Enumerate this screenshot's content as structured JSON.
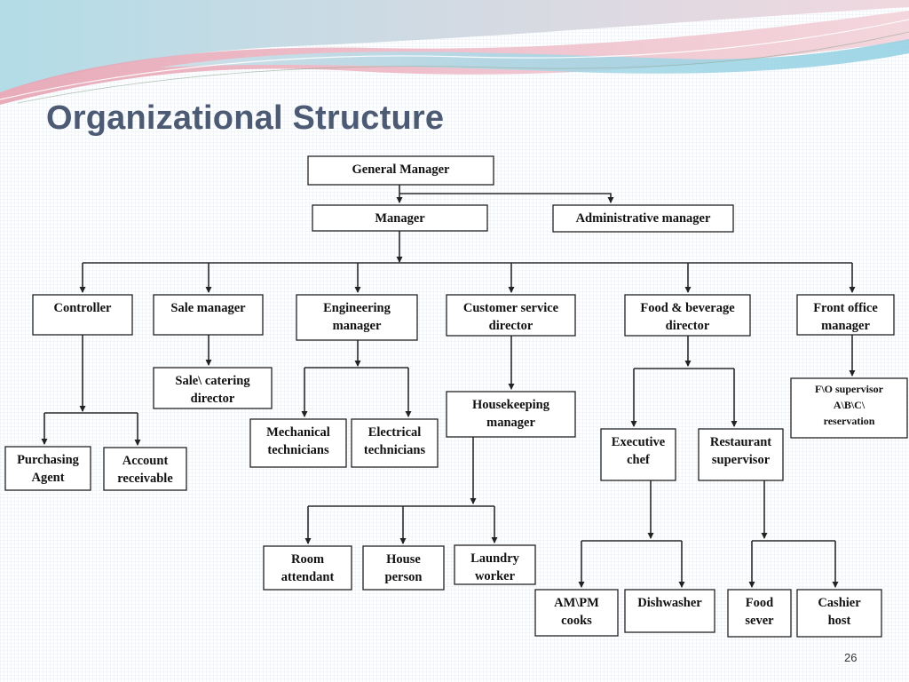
{
  "title": "Organizational Structure",
  "page_number": "26",
  "colors": {
    "title": "#4d5a74",
    "banner_pink": "#e8a6b4",
    "banner_blue": "#9ed3e3",
    "line": "#2a2a2a"
  },
  "nodes": [
    {
      "id": "general-manager",
      "label": [
        "General Manager"
      ]
    },
    {
      "id": "manager",
      "label": [
        "Manager"
      ]
    },
    {
      "id": "administrative-manager",
      "label": [
        "Administrative manager"
      ]
    },
    {
      "id": "controller",
      "label": [
        "Controller"
      ]
    },
    {
      "id": "sale-manager",
      "label": [
        "Sale manager"
      ]
    },
    {
      "id": "engineering-manager",
      "label": [
        "Engineering",
        "manager"
      ]
    },
    {
      "id": "customer-service-director",
      "label": [
        "Customer service",
        "director"
      ]
    },
    {
      "id": "food-beverage-director",
      "label": [
        "Food & beverage",
        "director"
      ]
    },
    {
      "id": "front-office-manager",
      "label": [
        "Front office",
        "manager"
      ]
    },
    {
      "id": "sale-catering-director",
      "label": [
        "Sale\\ catering",
        "director"
      ]
    },
    {
      "id": "mechanical-technicians",
      "label": [
        "Mechanical",
        "technicians"
      ]
    },
    {
      "id": "electrical-technicians",
      "label": [
        "Electrical",
        "technicians"
      ]
    },
    {
      "id": "housekeeping-manager",
      "label": [
        "Housekeeping",
        "manager"
      ]
    },
    {
      "id": "fo-supervisor",
      "label": [
        "F\\O supervisor",
        "A\\B\\C\\",
        "reservation"
      ]
    },
    {
      "id": "purchasing-agent",
      "label": [
        "Purchasing",
        "Agent"
      ]
    },
    {
      "id": "account-receivable",
      "label": [
        "Account",
        "receivable"
      ]
    },
    {
      "id": "executive-chef",
      "label": [
        "Executive",
        "chef"
      ]
    },
    {
      "id": "restaurant-supervisor",
      "label": [
        "Restaurant",
        "supervisor"
      ]
    },
    {
      "id": "room-attendant",
      "label": [
        "Room",
        "attendant"
      ]
    },
    {
      "id": "house-person",
      "label": [
        "House",
        "person"
      ]
    },
    {
      "id": "laundry-worker",
      "label": [
        "Laundry",
        "worker"
      ]
    },
    {
      "id": "ampm-cooks",
      "label": [
        "AM\\PM",
        "cooks"
      ]
    },
    {
      "id": "dishwasher",
      "label": [
        "Dishwasher"
      ]
    },
    {
      "id": "food-sever",
      "label": [
        "Food",
        "sever"
      ]
    },
    {
      "id": "cashier-host",
      "label": [
        "Cashier",
        "host"
      ]
    }
  ],
  "edges": [
    {
      "from": "general-manager",
      "to": [
        "manager",
        "administrative-manager"
      ]
    },
    {
      "from": "manager",
      "to": [
        "controller",
        "sale-manager",
        "engineering-manager",
        "customer-service-director",
        "food-beverage-director",
        "front-office-manager"
      ]
    },
    {
      "from": "controller",
      "to": [
        "purchasing-agent",
        "account-receivable"
      ]
    },
    {
      "from": "sale-manager",
      "to": [
        "sale-catering-director"
      ]
    },
    {
      "from": "engineering-manager",
      "to": [
        "mechanical-technicians",
        "electrical-technicians"
      ]
    },
    {
      "from": "customer-service-director",
      "to": [
        "housekeeping-manager"
      ]
    },
    {
      "from": "housekeeping-manager",
      "to": [
        "room-attendant",
        "house-person",
        "laundry-worker"
      ]
    },
    {
      "from": "food-beverage-director",
      "to": [
        "executive-chef",
        "restaurant-supervisor"
      ]
    },
    {
      "from": "executive-chef",
      "to": [
        "ampm-cooks",
        "dishwasher"
      ]
    },
    {
      "from": "restaurant-supervisor",
      "to": [
        "food-sever",
        "cashier-host"
      ]
    },
    {
      "from": "front-office-manager",
      "to": [
        "fo-supervisor"
      ]
    }
  ]
}
